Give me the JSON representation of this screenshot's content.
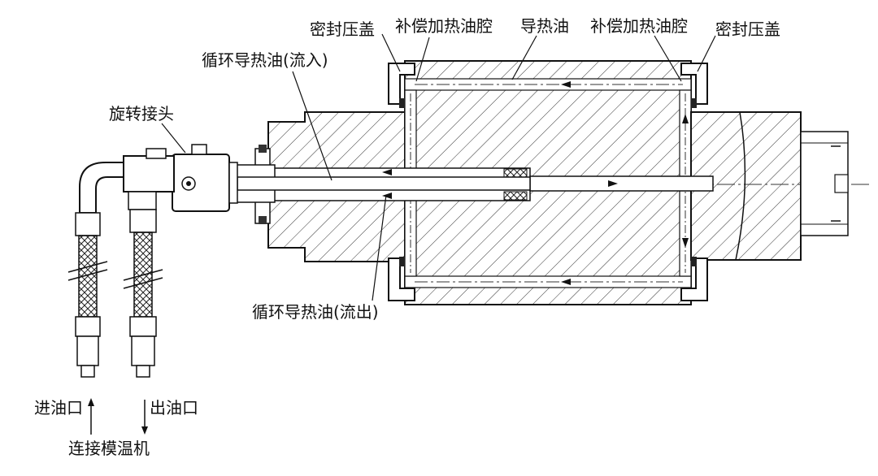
{
  "labels": {
    "seal_cover_left": "密封压盖",
    "comp_chamber_left": "补偿加热油腔",
    "heat_oil": "导热油",
    "comp_chamber_right": "补偿加热油腔",
    "seal_cover_right": "密封压盖",
    "circ_oil_in": "循环导热油(流入)",
    "rotary_joint": "旋转接头",
    "circ_oil_out": "循环导热油(流出)",
    "oil_inlet": "进油口",
    "oil_outlet": "出油口",
    "connect_mold_temp": "连接模温机"
  }
}
